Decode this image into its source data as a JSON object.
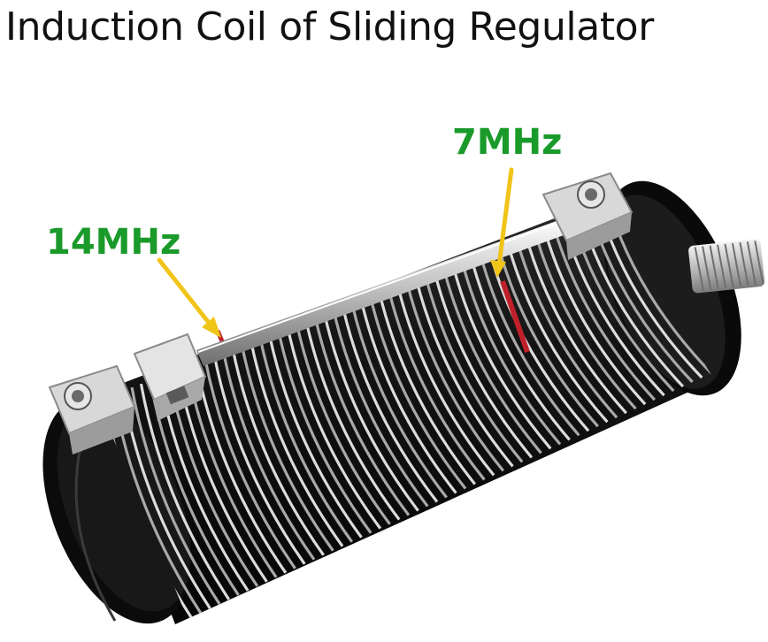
{
  "title": "Induction Coil of Sliding Regulator",
  "annotations": {
    "label_14": "14MHz",
    "label_7": "7MHz"
  },
  "colors": {
    "label_green": "#1a9a2a",
    "arrow_yellow": "#f0c419",
    "body_black": "#0d0d0d",
    "wire_silver": "#c8c8c8",
    "marker_red": "#c0202a"
  }
}
